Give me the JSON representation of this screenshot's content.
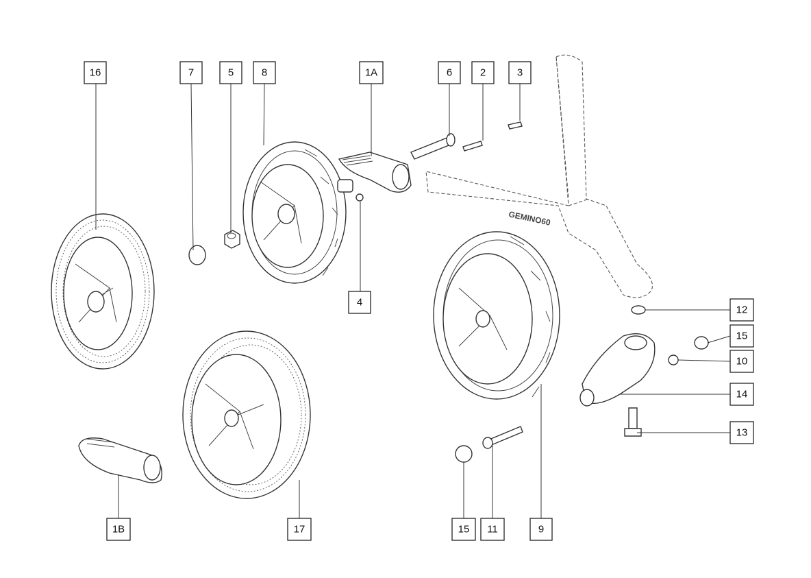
{
  "brand": "GEMINO60",
  "callouts": {
    "c16": "16",
    "c7": "7",
    "c5": "5",
    "c8": "8",
    "c1a": "1A",
    "c6": "6",
    "c2": "2",
    "c3": "3",
    "c4": "4",
    "c12": "12",
    "c15a": "15",
    "c10": "10",
    "c14": "14",
    "c13": "13",
    "c1b": "1B",
    "c17": "17",
    "c15b": "15",
    "c11": "11",
    "c9": "9"
  }
}
